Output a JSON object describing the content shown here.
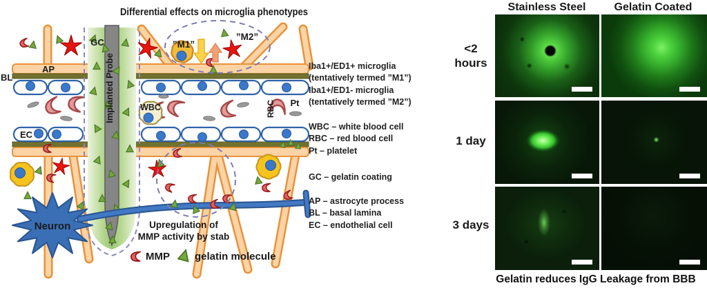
{
  "figure": {
    "diagram": {
      "title": "Differential effects on microglia phenotypes",
      "probe_label": "Implanted Probe",
      "labels": {
        "gc": "GC",
        "ap": "AP",
        "bl": "BL",
        "ec": "EC",
        "wbc": "WBC",
        "rbc": "RBC",
        "pt": "Pt",
        "m1": "”M1”",
        "m2": "”M2”",
        "neuron": "Neuron"
      },
      "stab_annotation": [
        "Upregulation of",
        "MMP activity by stab"
      ],
      "key": {
        "mmp": "MMP",
        "gelatin": "gelatin molecule"
      }
    },
    "abbreviations": {
      "microglia": [
        "Iba1+/ED1+ microglia",
        "(tentatively termed ”M1”)",
        "Iba1+/ED1- microglia",
        "(tentatively termed ”M2”)"
      ],
      "blood": [
        "WBC – white blood cell",
        "RBC – red blood cell",
        "Pt – platelet"
      ],
      "coating": [
        "GC – gelatin coating"
      ],
      "barrier": [
        "AP – astrocyte process",
        "BL – basal lamina",
        "EC – endothelial cell"
      ]
    },
    "micrographs": {
      "columns": [
        "Stainless Steel",
        "Gelatin Coated"
      ],
      "rows": [
        "<2 hours",
        "1 day",
        "3 days"
      ],
      "caption": "Gelatin reduces IgG Leakage from BBB"
    },
    "colors": {
      "fluorescence_green": "#4ed23f",
      "gelatin_coating_green": "#9fca77",
      "probe_gray": "#868686",
      "astrocyte_orange": "#fbd3a4",
      "astrocyte_orange_border": "#e8923a",
      "basal_lamina_olive": "#72722f",
      "endothelial_blue": "#2e62a8",
      "rbc_pink": "#e29a9a",
      "m1_microglia_yellow": "#f2bc3a",
      "m2_microglia_red": "#e81410",
      "neuron_blue": "#3a6fb5",
      "mmp_red": "#e06464",
      "dashed_outline_purple": "#7c7cb4"
    }
  }
}
